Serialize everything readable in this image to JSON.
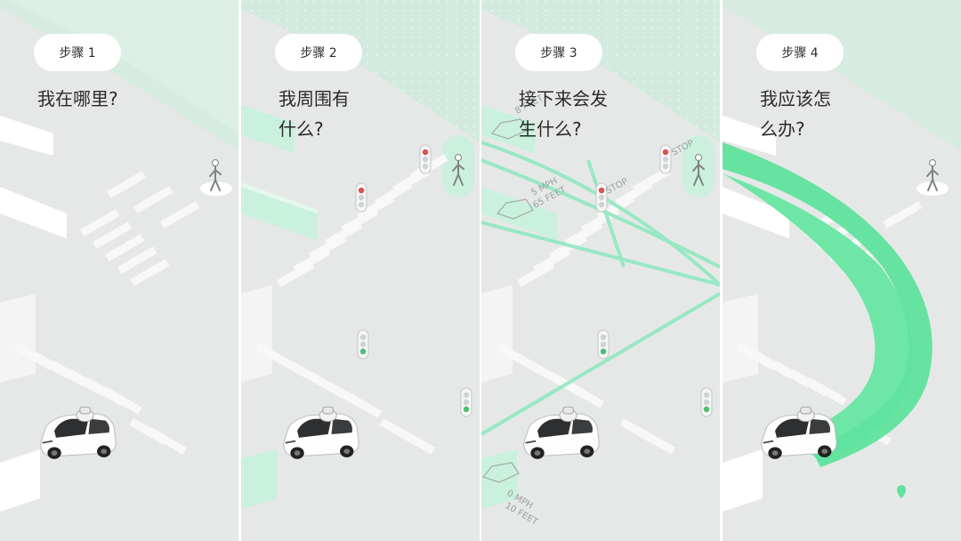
{
  "panels": [
    {
      "step_label": "步骤 1",
      "question": "我在哪里?"
    },
    {
      "step_label": "步骤 2",
      "question": "我周围有什么?"
    },
    {
      "step_label": "步骤 3",
      "question": "接下来会发生什么?",
      "annotations": {
        "stop_1": "STOP",
        "stop_2": "STOP",
        "speed_1a": "5 MPH",
        "speed_1b": "65 FEET",
        "speed_2a": "0 MPH",
        "speed_2b": "10 FEET",
        "feet_top": "8 FEET"
      }
    },
    {
      "step_label": "步骤 4",
      "question": "我应该怎么办?"
    }
  ],
  "colors": {
    "road": "#e6e8e7",
    "building": "#d7ece2",
    "highlight": "#c8f0dc",
    "path": "#6ee6a6",
    "predict": "#8fe8c0",
    "text": "#2a2a2a"
  }
}
